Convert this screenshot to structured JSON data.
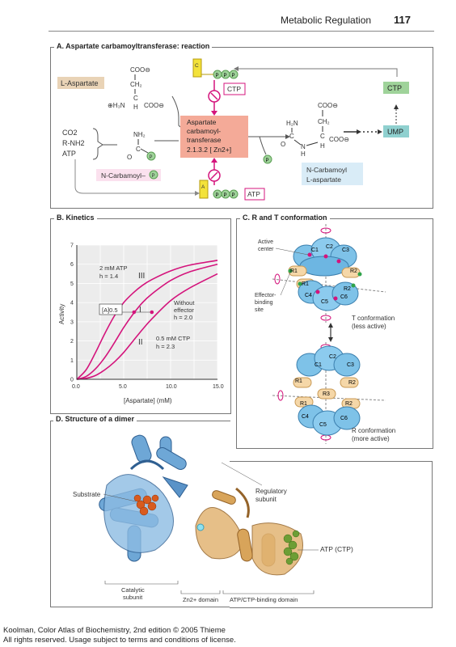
{
  "header": {
    "title": "Metabolic Regulation",
    "page": "117"
  },
  "panelA": {
    "title": "A. Aspartate carbamoyltransferase: reaction",
    "aspartate_label": "L-Aspartate",
    "co2": "CO2",
    "rnh2": "R-NH2",
    "atp_in": "ATP",
    "carbamoyl_label": "N-Carbamoyl–",
    "enzyme_name": "Aspartate carbamoyl-transferase",
    "enzyme_ec": "2.1.3.2 [ Zn2+]",
    "product_label": "N-Carbamoyl L-aspartate",
    "ctp_label": "CTP",
    "atp_label": "ATP",
    "ump_label": "UMP",
    "ctp_top": "CTP",
    "phosphate": "P",
    "c_label": "C",
    "a_label": "A"
  },
  "panelB": {
    "title": "B. Kinetics",
    "ylabel": "Activity",
    "xlabel": "[Aspartate] (mM)",
    "ann_atp": "2 mM ATP",
    "ann_atp_h": "h = 1.4",
    "ann_none": "Without",
    "ann_none2": "effector",
    "ann_none_h": "h = 2.0",
    "ann_ctp": "0.5 mM CTP",
    "ann_ctp_h": "h = 2.3",
    "half": "[A]0.5",
    "roman_III": "III",
    "roman_I": "I",
    "roman_II": "II"
  },
  "chart_data": {
    "type": "line",
    "xlabel": "[Aspartate] (mM)",
    "ylabel": "Activity",
    "xlim": [
      0,
      15
    ],
    "ylim": [
      0,
      7
    ],
    "xticks": [
      "0.0",
      "5.0",
      "10.0",
      "15.0"
    ],
    "yticks": [
      "0",
      "1",
      "2",
      "3",
      "4",
      "5",
      "6",
      "7"
    ],
    "series": [
      {
        "name": "III",
        "x": [
          0,
          1,
          2,
          3,
          4,
          5,
          6,
          7,
          8,
          10,
          12,
          15
        ],
        "y": [
          0,
          0.5,
          1.4,
          2.4,
          3.3,
          4.0,
          4.5,
          4.9,
          5.2,
          5.65,
          5.95,
          6.2
        ]
      },
      {
        "name": "I",
        "x": [
          0,
          1,
          2,
          3,
          4,
          5,
          6,
          7,
          8,
          10,
          12,
          15
        ],
        "y": [
          0,
          0.15,
          0.55,
          1.15,
          1.9,
          2.7,
          3.4,
          4.0,
          4.45,
          5.15,
          5.6,
          6.0
        ]
      },
      {
        "name": "II",
        "x": [
          0,
          1,
          2,
          3,
          4,
          5,
          6,
          7,
          8,
          10,
          12,
          15
        ],
        "y": [
          0,
          0.05,
          0.2,
          0.5,
          0.9,
          1.4,
          2.0,
          2.6,
          3.15,
          4.1,
          4.75,
          5.5
        ]
      }
    ],
    "half_marks": [
      {
        "x": 4.3,
        "y": 3.5
      },
      {
        "x": 6.1,
        "y": 3.5
      },
      {
        "x": 8.0,
        "y": 3.5
      }
    ]
  },
  "panelC": {
    "title": "C. R and T conformation",
    "active_center": "Active center",
    "effector_site": "Effector-binding site",
    "t_conf": "T conformation",
    "t_conf2": "(less active)",
    "r_conf": "R conformation",
    "r_conf2": "(more active)",
    "C1": "C1",
    "C2": "C2",
    "C3": "C3",
    "C4": "C4",
    "C5": "C5",
    "C6": "C6",
    "R1": "R1",
    "R2": "R2",
    "R3": "R3"
  },
  "panelD": {
    "title": "D. Structure of a dimer",
    "substrate": "Substrate",
    "regulatory": "Regulatory subunit",
    "atp_ctp": "ATP (CTP)",
    "catalytic": "Catalytic subunit",
    "zn_domain": "Zn2+ domain",
    "atp_domain": "ATP/CTP-binding domain"
  },
  "footer": {
    "line1": "Koolman, Color Atlas of Biochemistry, 2nd edition © 2005 Thieme",
    "line2": "All rights reserved. Usage subject to terms and conditions of license."
  },
  "colors": {
    "magenta": "#d4147c",
    "teal": "#3b8fb0",
    "orange": "#d8913a",
    "green": "#6fae4e",
    "salmon": "#f4aa98",
    "beige": "#e9d3b6",
    "pink": "#fbe1ee",
    "lightblue": "#d9ecf7"
  }
}
